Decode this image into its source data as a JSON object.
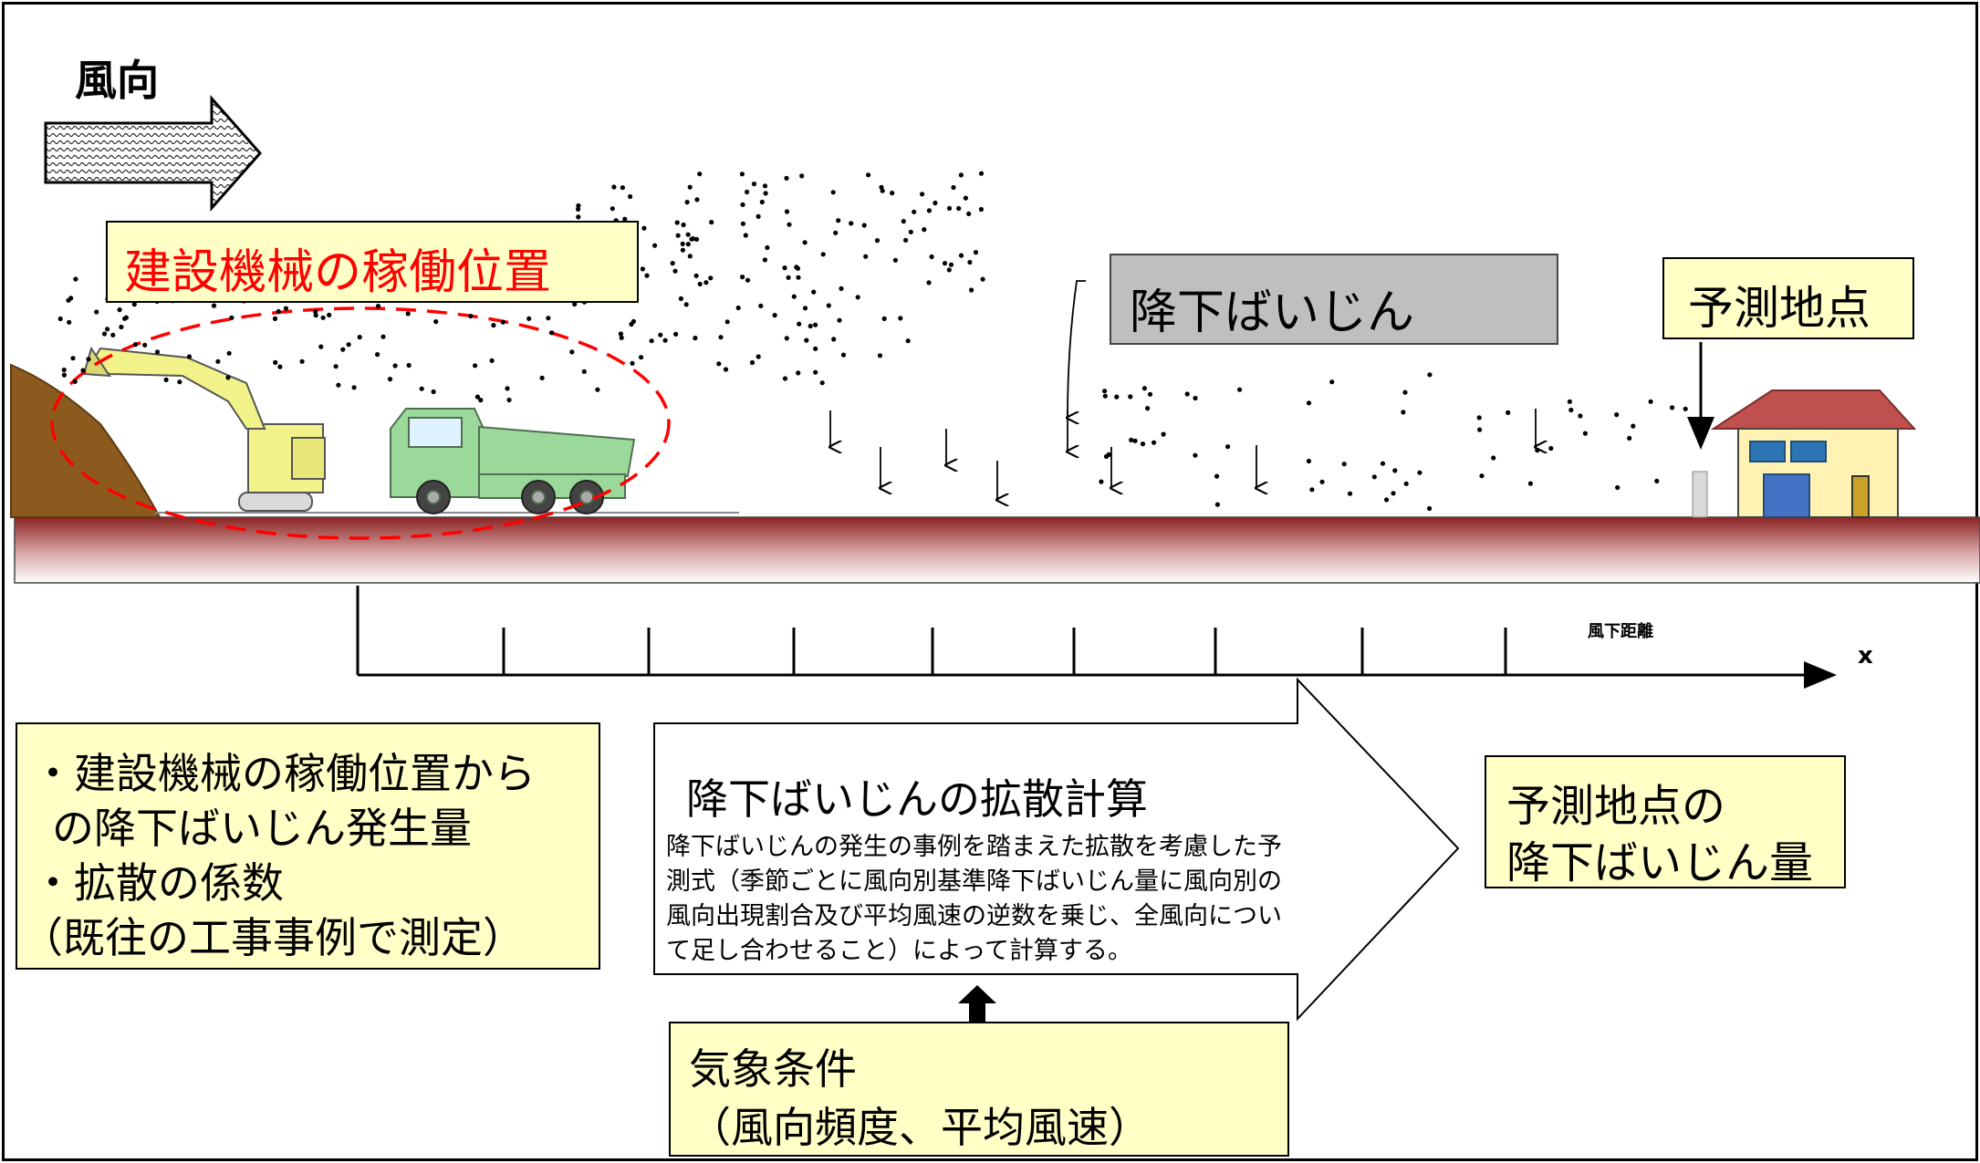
{
  "wind_direction_label": "風向",
  "construction_position_label": "建設機械の稼働位置",
  "dustfall_label": "降下ばいじん",
  "prediction_point_label": "予測地点",
  "downwind_distance_label": "風下距離",
  "x_axis_label": "x",
  "inputs": {
    "line1": "・建設機械の稼働位置から",
    "line2": "の降下ばいじん発生量",
    "line3": "・拡散の係数",
    "line4": "（既往の工事事例で測定）"
  },
  "calculation": {
    "title": "降下ばいじんの拡散計算",
    "desc1": "降下ばいじんの発生の事例を踏まえた拡散を考慮した予",
    "desc2": "測式（季節ごとに風向別基準降下ばいじん量に風向別の",
    "desc3": "風向出現割合及び平均風速の逆数を乗じ、全風向につい",
    "desc4": "て足し合わせること）によって計算する。"
  },
  "weather": {
    "line1": "気象条件",
    "line2": "（風向頻度、平均風速）"
  },
  "output": {
    "line1": "予測地点の",
    "line2": "降下ばいじん量"
  },
  "colors": {
    "note_fill": "#ffffc6",
    "highlight_text": "#ff0000",
    "gray_label": "#bfbfbf",
    "ground": "#8b2323",
    "excavator": "#f2f28a",
    "truck": "#9bd99b",
    "house_roof": "#c0504d",
    "house_wall": "#fff2b3",
    "house_window": "#2e75b6"
  }
}
